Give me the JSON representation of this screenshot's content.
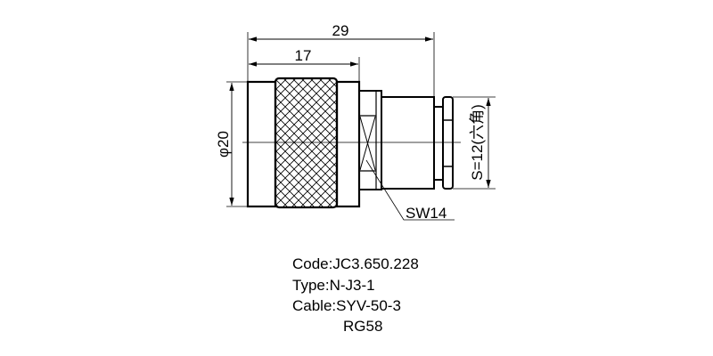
{
  "drawing": {
    "dim_overall_length": "29",
    "dim_body_length": "17",
    "dim_diameter": "φ20",
    "dim_hex": "S=12(六角)",
    "wrench_label": "SW14"
  },
  "specs": {
    "code": "Code:JC3.650.228",
    "type": "Type:N-J3-1",
    "cable": "Cable:SYV-50-3",
    "cable_alt": "RG58"
  }
}
